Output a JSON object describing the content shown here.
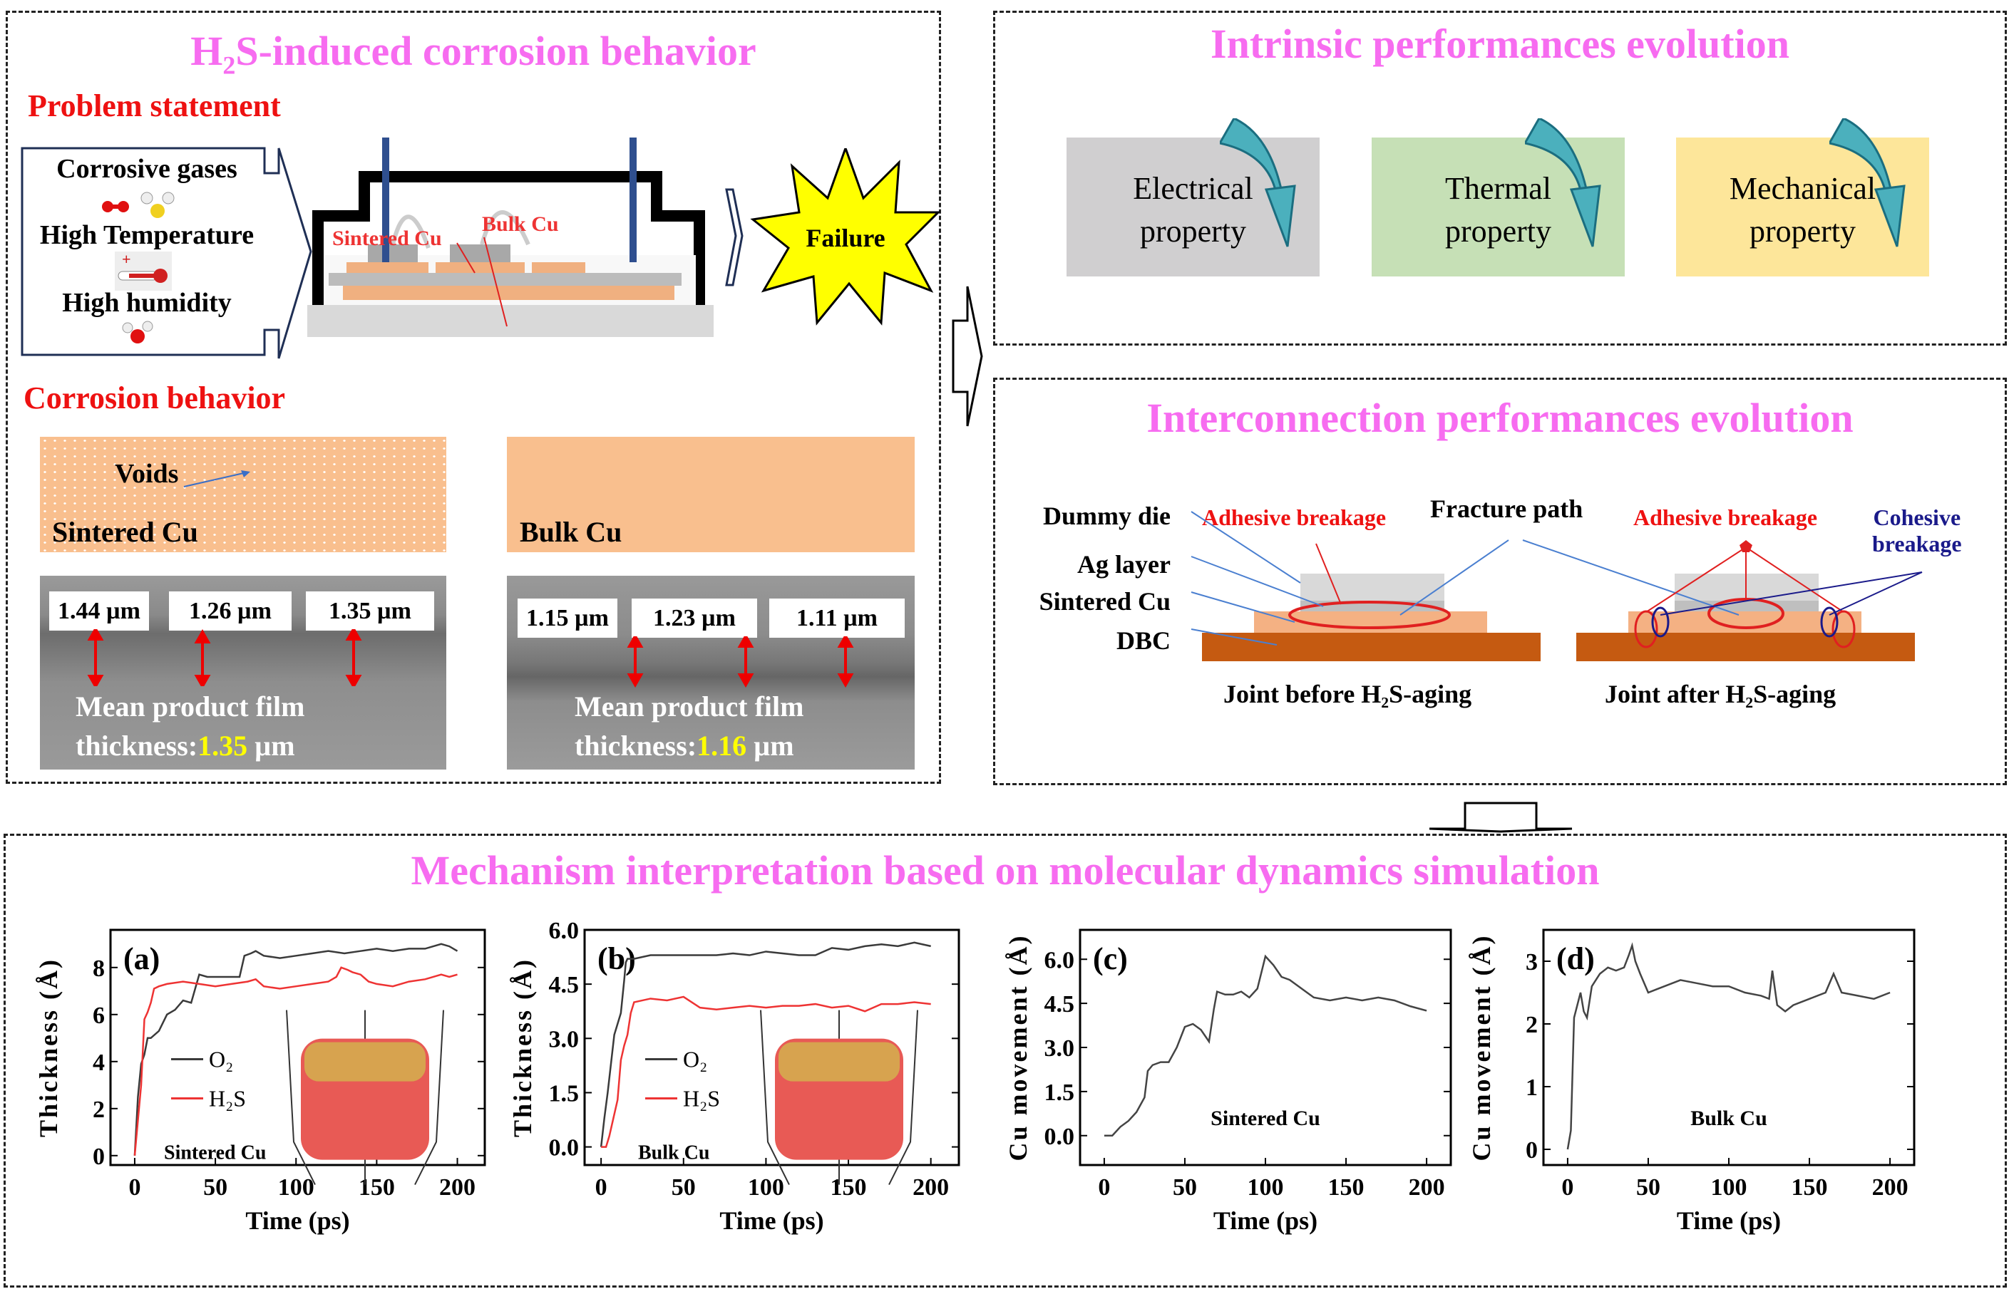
{
  "corrosion_panel": {
    "title_prefix": "H",
    "title_sub": "2",
    "title_suffix": "S-induced corrosion behavior",
    "problem_heading": "Problem statement",
    "factors": [
      "Corrosive gases",
      "High Temperature",
      "High humidity"
    ],
    "package_labels": {
      "sintered": "Sintered Cu",
      "bulk": "Bulk Cu"
    },
    "failure_label": "Failure",
    "behavior_heading": "Corrosion behavior",
    "sintered_label": "Sintered Cu",
    "voids_label": "Voids",
    "bulk_label": "Bulk Cu",
    "sintered_measurements": [
      "1.44 µm",
      "1.26 µm",
      "1.35 µm"
    ],
    "bulk_measurements": [
      "1.15 µm",
      "1.23 µm",
      "1.11 µm"
    ],
    "mean_line1": "Mean product film",
    "mean_prefix": "thickness:",
    "sintered_mean": "1.35",
    "bulk_mean": "1.16",
    "mean_unit": " µm"
  },
  "intrinsic_panel": {
    "title": "Intrinsic performances evolution",
    "cards": [
      {
        "line1": "Electrical",
        "line2": "property",
        "color": "#d0cfd0"
      },
      {
        "line1": "Thermal",
        "line2": "property",
        "color": "#c6e0b6"
      },
      {
        "line1": "Mechanical",
        "line2": "property",
        "color": "#fde69a"
      }
    ]
  },
  "interconnection_panel": {
    "title": "Interconnection performances evolution",
    "layer_labels": [
      "Dummy die",
      "Ag layer",
      "Sintered Cu",
      "DBC"
    ],
    "adhesive_label": "Adhesive breakage",
    "fracture_label": "Fracture path",
    "cohesive_label_1": "Cohesive",
    "cohesive_label_2": "breakage",
    "before_label": "Joint before H₂S-aging",
    "after_label": "Joint after H₂S-aging"
  },
  "mechanism_panel": {
    "title": "Mechanism interpretation based on molecular dynamics simulation"
  },
  "chart_data": [
    {
      "type": "line",
      "panel_label": "(a)",
      "annotation": "Sintered Cu",
      "xlabel": "Time (ps)",
      "ylabel": "Thickness (Å)",
      "xlim": [
        -15,
        217
      ],
      "ylim": [
        -0.4,
        9.6
      ],
      "xticks": [
        0,
        50,
        100,
        150,
        200
      ],
      "yticks": [
        0,
        2,
        4,
        6,
        8
      ],
      "ytick_labels": [
        "0",
        "2",
        "4",
        "6",
        "8"
      ],
      "legend": "center-left",
      "series": [
        {
          "name": "O2",
          "color": "#3a3a3a",
          "x": [
            0,
            2,
            4,
            6,
            8,
            10,
            15,
            20,
            25,
            30,
            35,
            40,
            45,
            50,
            55,
            60,
            65,
            68,
            72,
            75,
            80,
            90,
            100,
            110,
            120,
            130,
            140,
            150,
            160,
            170,
            180,
            190,
            195,
            200
          ],
          "y": [
            0,
            2.5,
            3.9,
            4.3,
            5,
            5,
            5.3,
            6,
            6.2,
            6.6,
            6.5,
            7.7,
            7.6,
            7.6,
            7.6,
            7.6,
            7.6,
            8.5,
            8.6,
            8.7,
            8.5,
            8.4,
            8.5,
            8.6,
            8.7,
            8.6,
            8.7,
            8.8,
            8.7,
            8.8,
            8.8,
            9,
            8.9,
            8.7
          ]
        },
        {
          "name": "H2S",
          "color": "#ee3333",
          "x": [
            0,
            2,
            4,
            6,
            8,
            10,
            12,
            15,
            20,
            30,
            40,
            50,
            60,
            70,
            75,
            80,
            90,
            100,
            110,
            120,
            125,
            128,
            132,
            135,
            140,
            145,
            150,
            160,
            170,
            180,
            190,
            195,
            200
          ],
          "y": [
            0,
            1.5,
            3,
            5.8,
            6.1,
            6.5,
            7.1,
            7.2,
            7.3,
            7.4,
            7.3,
            7.2,
            7.3,
            7.4,
            7.5,
            7.2,
            7.1,
            7.2,
            7.3,
            7.4,
            7.6,
            8,
            7.9,
            7.8,
            7.7,
            7.4,
            7.3,
            7.2,
            7.4,
            7.5,
            7.7,
            7.6,
            7.7
          ]
        }
      ]
    },
    {
      "type": "line",
      "panel_label": "(b)",
      "annotation": "Bulk Cu",
      "xlabel": "Time (ps)",
      "ylabel": "Thickness (Å)",
      "xlim": [
        -10,
        217
      ],
      "ylim": [
        -0.5,
        6.0
      ],
      "xticks": [
        0,
        50,
        100,
        150,
        200
      ],
      "yticks": [
        0.0,
        1.5,
        3.0,
        4.5,
        6.0
      ],
      "ytick_labels": [
        "0.0",
        "1.5",
        "3.0",
        "4.5",
        "6.0"
      ],
      "legend": "center-left",
      "series": [
        {
          "name": "O2",
          "color": "#3a3a3a",
          "x": [
            0,
            2,
            4,
            6,
            8,
            10,
            12,
            14,
            15,
            16,
            20,
            30,
            40,
            50,
            60,
            70,
            80,
            90,
            100,
            110,
            120,
            130,
            140,
            150,
            160,
            170,
            180,
            190,
            200
          ],
          "y": [
            0,
            0.8,
            1.5,
            2.3,
            3.1,
            3.4,
            3.7,
            4.6,
            5.1,
            5.2,
            5.2,
            5.3,
            5.3,
            5.3,
            5.3,
            5.3,
            5.35,
            5.3,
            5.4,
            5.35,
            5.3,
            5.3,
            5.5,
            5.45,
            5.55,
            5.6,
            5.55,
            5.65,
            5.55
          ]
        },
        {
          "name": "H2S",
          "color": "#ee3333",
          "x": [
            0,
            3,
            5,
            7,
            10,
            12,
            14,
            16,
            18,
            20,
            30,
            40,
            50,
            55,
            60,
            70,
            80,
            90,
            100,
            110,
            120,
            130,
            140,
            150,
            160,
            170,
            180,
            190,
            200
          ],
          "y": [
            0,
            0,
            0.3,
            0.7,
            1.3,
            2.4,
            2.8,
            3.1,
            3.7,
            4.0,
            4.1,
            4.05,
            4.15,
            4.0,
            3.85,
            3.8,
            3.85,
            3.9,
            3.85,
            3.9,
            3.9,
            3.95,
            3.85,
            3.9,
            3.75,
            3.95,
            3.95,
            4.0,
            3.95
          ]
        }
      ]
    },
    {
      "type": "line",
      "panel_label": "(c)",
      "annotation": "Sintered Cu",
      "xlabel": "Time (ps)",
      "ylabel": "Cu movement (Å)",
      "xlim": [
        -15,
        215
      ],
      "ylim": [
        -1.0,
        7.0
      ],
      "xticks": [
        0,
        50,
        100,
        150,
        200
      ],
      "yticks": [
        0.0,
        1.5,
        3.0,
        4.5,
        6.0
      ],
      "ytick_labels": [
        "0.0",
        "1.5",
        "3.0",
        "4.5",
        "6.0"
      ],
      "series": [
        {
          "name": "Cu",
          "color": "#444444",
          "x": [
            0,
            5,
            10,
            15,
            20,
            25,
            27,
            30,
            35,
            40,
            45,
            50,
            55,
            60,
            65,
            68,
            70,
            75,
            80,
            85,
            90,
            95,
            100,
            105,
            110,
            115,
            120,
            130,
            140,
            150,
            160,
            170,
            180,
            190,
            200
          ],
          "y": [
            0,
            0,
            0.3,
            0.5,
            0.8,
            1.3,
            2.2,
            2.4,
            2.5,
            2.5,
            3.0,
            3.7,
            3.8,
            3.6,
            3.2,
            4.3,
            4.9,
            4.8,
            4.8,
            4.9,
            4.7,
            5.0,
            6.1,
            5.8,
            5.4,
            5.3,
            5.1,
            4.7,
            4.6,
            4.7,
            4.6,
            4.7,
            4.6,
            4.4,
            4.25
          ]
        }
      ]
    },
    {
      "type": "line",
      "panel_label": "(d)",
      "annotation": "Bulk Cu",
      "xlabel": "Time (ps)",
      "ylabel": "Cu movement (Å)",
      "xlim": [
        -15,
        215
      ],
      "ylim": [
        -0.25,
        3.5
      ],
      "xticks": [
        0,
        50,
        100,
        150,
        200
      ],
      "yticks": [
        0,
        1,
        2,
        3
      ],
      "ytick_labels": [
        "0",
        "1",
        "2",
        "3"
      ],
      "series": [
        {
          "name": "Cu",
          "color": "#444444",
          "x": [
            0,
            2,
            4,
            6,
            8,
            10,
            12,
            15,
            20,
            25,
            30,
            35,
            38,
            40,
            42,
            45,
            50,
            55,
            60,
            70,
            80,
            90,
            100,
            110,
            120,
            125,
            127,
            130,
            135,
            140,
            150,
            160,
            165,
            170,
            180,
            190,
            200
          ],
          "y": [
            0,
            0.3,
            2.1,
            2.3,
            2.5,
            2.2,
            2.1,
            2.6,
            2.8,
            2.9,
            2.85,
            2.9,
            3.1,
            3.25,
            3.0,
            2.8,
            2.5,
            2.55,
            2.6,
            2.7,
            2.65,
            2.6,
            2.6,
            2.5,
            2.45,
            2.4,
            2.85,
            2.3,
            2.2,
            2.3,
            2.4,
            2.5,
            2.8,
            2.5,
            2.45,
            2.4,
            2.5
          ]
        }
      ]
    }
  ]
}
